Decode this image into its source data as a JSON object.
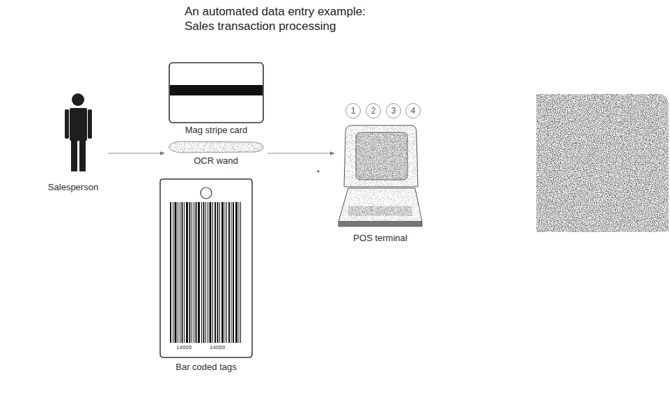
{
  "diagram": {
    "title": "An automated data entry example: Sales transaction processing",
    "nodes": [
      {
        "text": [
          "Salesperson"
        ]
      },
      {
        "text": [
          "Mag stripe card"
        ]
      },
      {
        "text": [
          "OCR wand"
        ]
      },
      {
        "text": [
          "Bar coded tags"
        ]
      },
      {
        "text": [
          "POS terminal"
        ]
      }
    ],
    "edges": [
      {
        "from": 0,
        "to": 2,
        "arrow": "to"
      },
      {
        "from": 2,
        "to": 4,
        "arrow": "to"
      }
    ],
    "labels": [
      "1",
      "2",
      "3",
      "4",
      "14005",
      "14059"
    ]
  }
}
